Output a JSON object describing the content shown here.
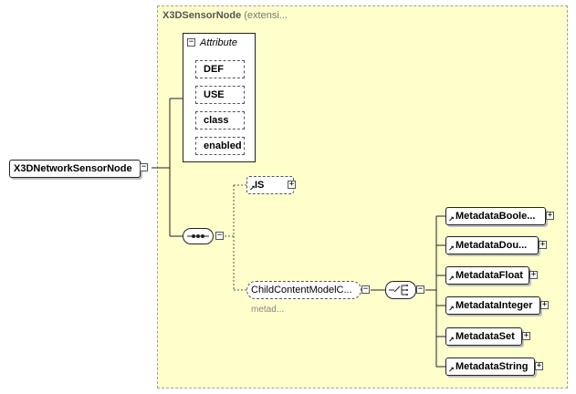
{
  "extension": {
    "title": "X3DSensorNode",
    "note": "(extensi..."
  },
  "attributes": {
    "caption": "Attribute",
    "toggle": "−",
    "items": [
      "DEF",
      "USE",
      "class",
      "enabled"
    ]
  },
  "root": {
    "label": "X3DNetworkSensorNode",
    "toggle": "−"
  },
  "sequence": {
    "toggle": "−"
  },
  "is_element": {
    "label": "IS",
    "toggle": "+"
  },
  "group_ref": {
    "label": "ChildContentModelC...",
    "note": "metad...",
    "toggle": "−"
  },
  "choice": {
    "toggle": "−"
  },
  "metadata_elements": [
    {
      "label": "MetadataBoole...",
      "toggle": "+"
    },
    {
      "label": "MetadataDou...",
      "toggle": "+"
    },
    {
      "label": "MetadataFloat",
      "toggle": "+"
    },
    {
      "label": "MetadataInteger",
      "toggle": "+"
    },
    {
      "label": "MetadataSet",
      "toggle": "+"
    },
    {
      "label": "MetadataString",
      "toggle": "+"
    }
  ],
  "colors": {
    "extension_background": "#ffffcc",
    "border": "#222222",
    "dashed_border": "#555555"
  }
}
